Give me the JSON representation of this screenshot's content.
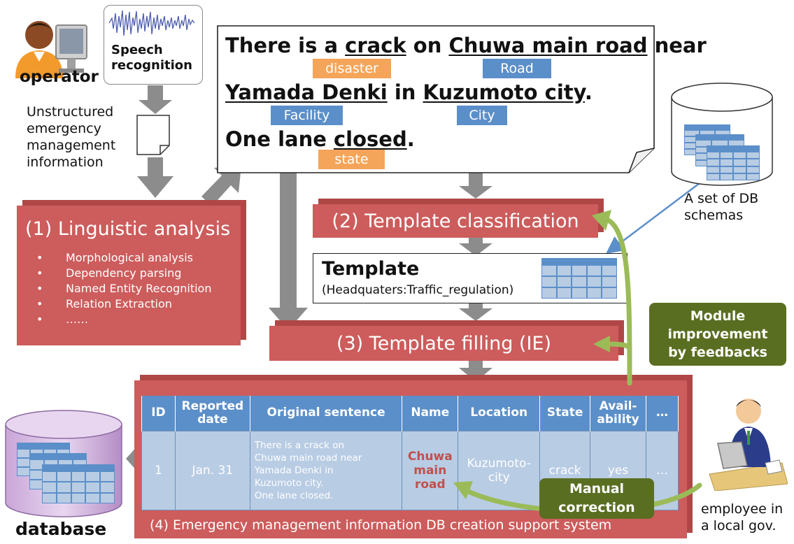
{
  "operator_label": "operator",
  "speech_label": "Speech\nrecognition",
  "unstructured_label": "Unstructured\nemergency\nmanagement\ninformation",
  "sentence": {
    "line1": {
      "p1": "There is a ",
      "u1": "crack",
      "p2": " on ",
      "u2": "Chuwa main road",
      "p3": " near"
    },
    "line2": {
      "u1": "Yamada Denki",
      "p1": " in ",
      "u2": "Kuzumoto city",
      "p2": "."
    },
    "line3": {
      "p1": "One lane ",
      "u1": "closed",
      "p2": "."
    }
  },
  "tags": {
    "disaster": "disaster",
    "road": "Road",
    "facility": "Facility",
    "city": "City",
    "state": "state"
  },
  "colors": {
    "red_box": "#cd5c5c",
    "blue_header": "#5b8fc9",
    "cell": "#b8cce4",
    "green_label": "#5a6e21",
    "arrow_green": "#9bbb59",
    "orange_tag": "#f5a55a"
  },
  "linguistic": {
    "title": "(1) Linguistic analysis",
    "items": [
      "Morphological analysis",
      "Dependency parsing",
      "Named Entity Recognition",
      "Relation Extraction",
      "……"
    ]
  },
  "classification_label": "(2) Template classification",
  "template": {
    "title": "Template",
    "subtitle": "(Headquaters:Traffic_regulation)"
  },
  "db_schemas_label": "A set of DB\nschemas",
  "filling_label": "(3) Template filling (IE)",
  "module_improvement_label": "Module\nimprovement\nby feedbacks",
  "table": {
    "headers": [
      "ID",
      "Reported\ndate",
      "Original sentence",
      "Name",
      "Location",
      "State",
      "Avail-\nability",
      "…"
    ],
    "row": {
      "id": "1",
      "date": "Jan. 31",
      "sentence": "There is a crack on\nChuwa main road near\nYamada Denki in\nKuzumoto city.\nOne lane closed.",
      "name": "Chuwa\nmain\nroad",
      "location": "Kuzumoto-\ncity",
      "state": "crack",
      "availability": "yes",
      "more": "…"
    }
  },
  "system_label": "(4) Emergency management information DB creation support system",
  "manual_correction_label": "Manual\ncorrection",
  "database_label": "database",
  "employee_label": "employee in\na local gov."
}
